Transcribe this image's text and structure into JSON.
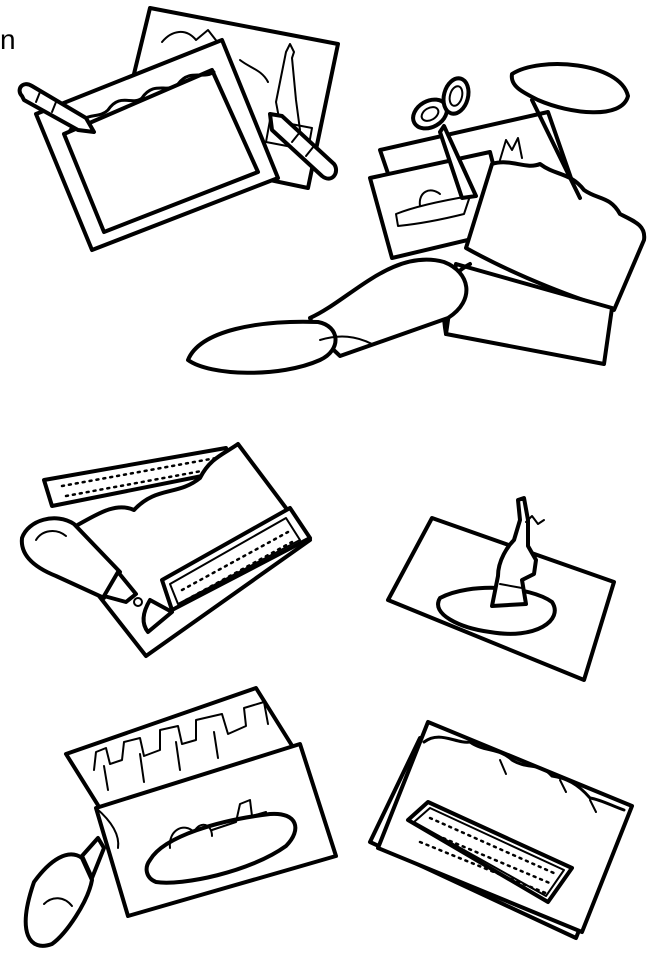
{
  "page": {
    "corner_text": "n",
    "colors": {
      "ink": "#000000",
      "background": "#ffffff"
    }
  },
  "illustrations": [
    {
      "id": "panel-1",
      "depicts": "crayon-and-framed-paper"
    },
    {
      "id": "panel-2",
      "depicts": "hand-cutting-with-scissors"
    },
    {
      "id": "panel-3",
      "depicts": "glue-bottle-and-text-strip"
    },
    {
      "id": "panel-4",
      "depicts": "statue-cutout-on-card"
    },
    {
      "id": "panel-5",
      "depicts": "glue-bottle-and-skyline-card"
    },
    {
      "id": "panel-6",
      "depicts": "finished-card-with-text-panel"
    }
  ]
}
